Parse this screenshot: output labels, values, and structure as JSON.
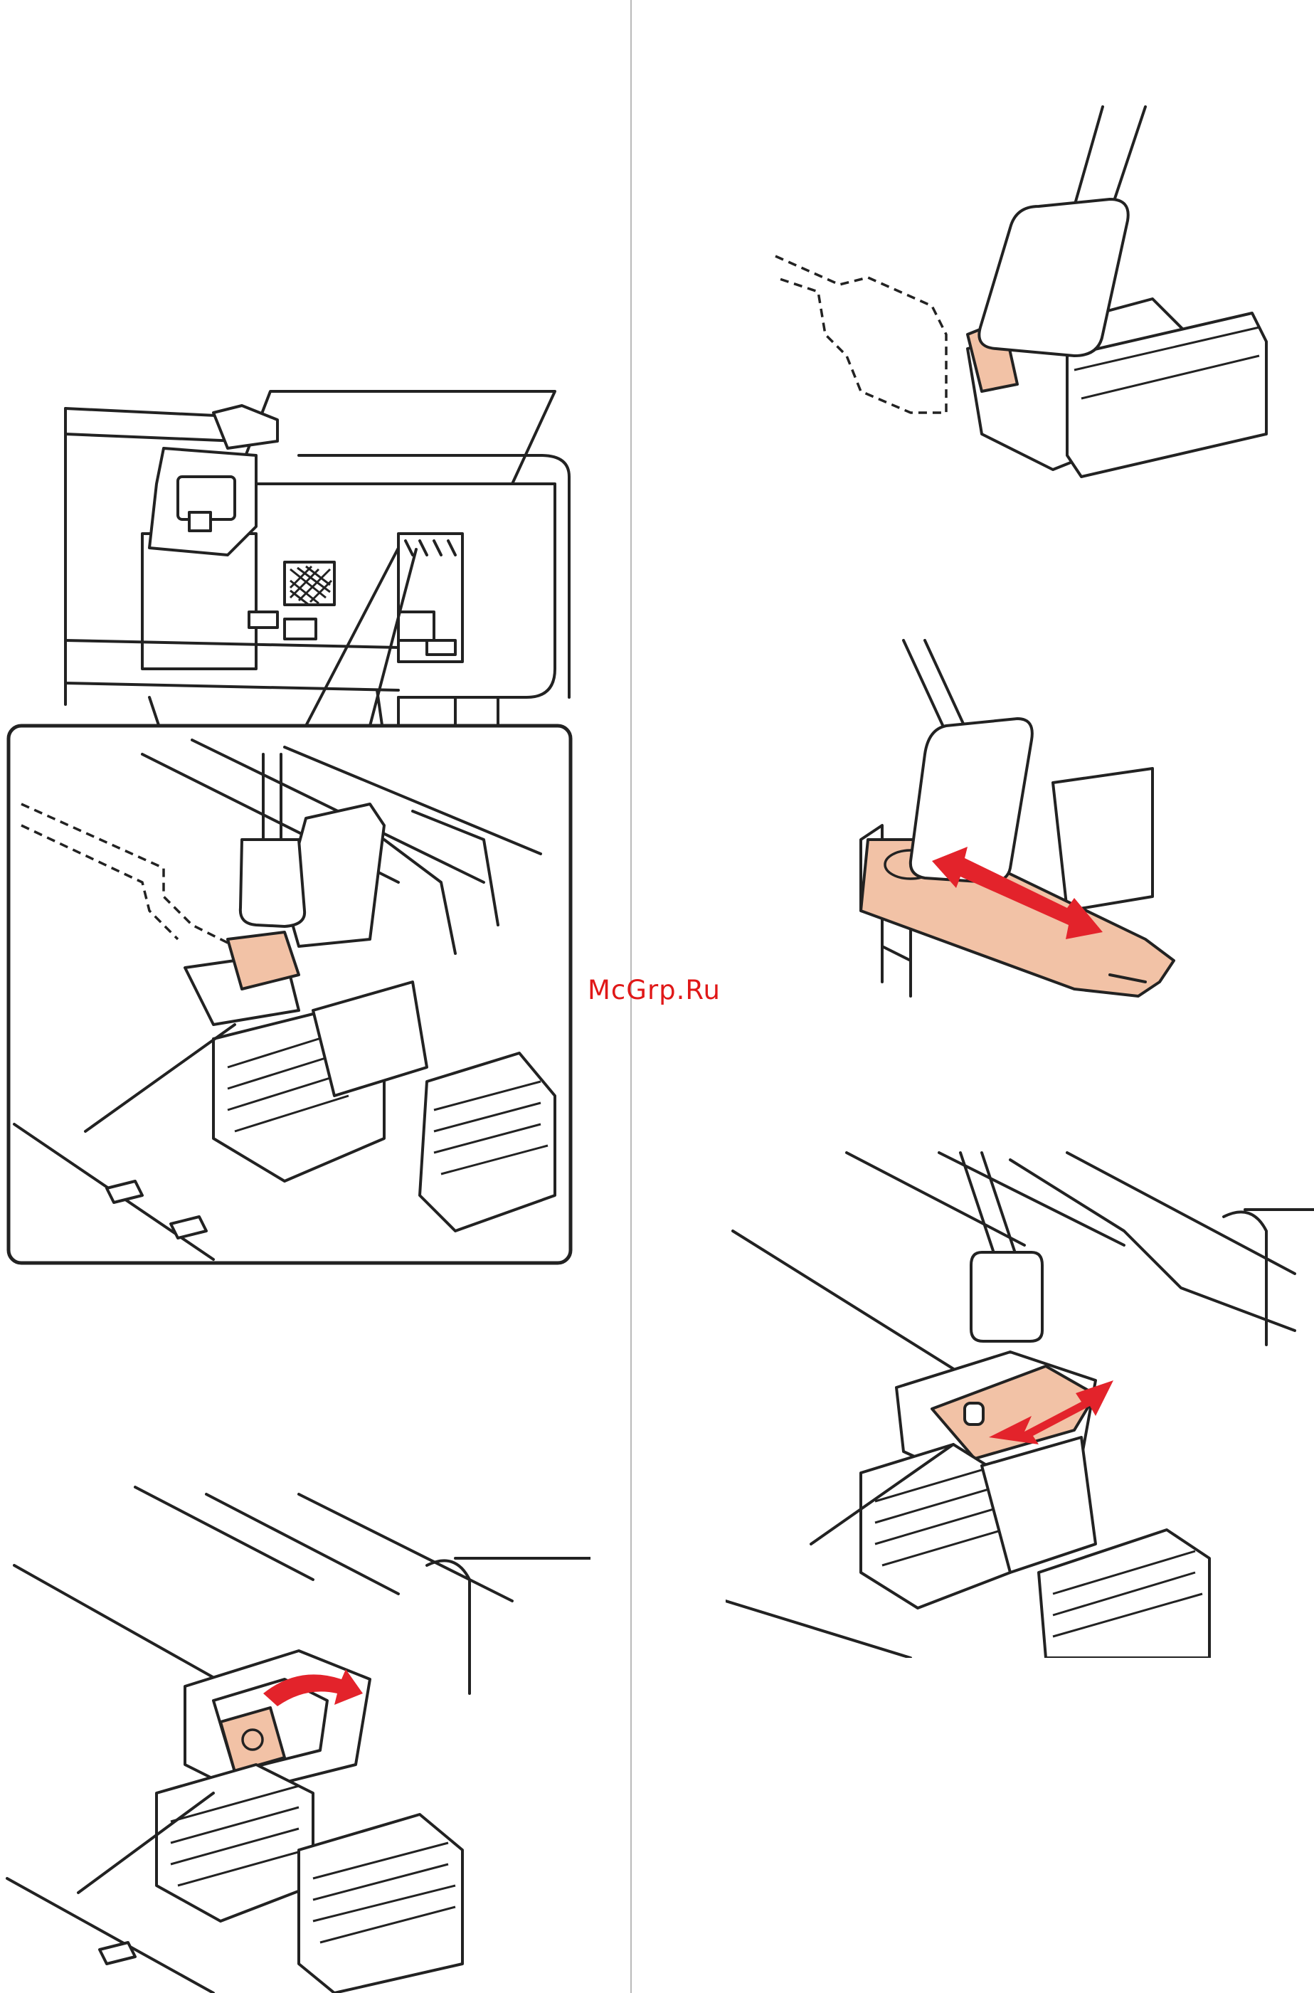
{
  "page": {
    "watermark": "McGrp.Ru"
  },
  "colors": {
    "cleaning_pad": "#f2c2a6",
    "arrow": "#e3232b",
    "watermark": "#e01818",
    "line": "#222222",
    "divider": "#b9b9b9"
  },
  "figures": [
    {
      "id": "printer-overview-with-detail",
      "icon": "printer-head-area-icon"
    },
    {
      "id": "swab-on-wiper-angled",
      "icon": "cleaning-swab-icon"
    },
    {
      "id": "wiper-scrub-left-right",
      "icon": "double-arrow-icon"
    },
    {
      "id": "wiper-installed-scrub",
      "icon": "double-arrow-icon"
    },
    {
      "id": "wiper-removal-rotate",
      "icon": "curved-arrow-icon"
    }
  ]
}
